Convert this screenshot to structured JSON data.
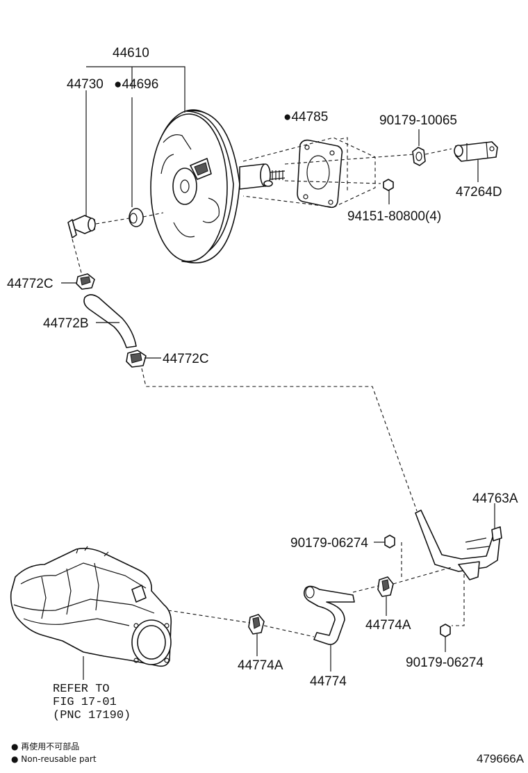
{
  "labels": {
    "p44610": "44610",
    "p44730": "44730",
    "p44696": "●44696",
    "p44785": "●44785",
    "p90179_10065": "90179-10065",
    "p47264D": "47264D",
    "p94151": "94151-80800(4)",
    "p44772C_top": "44772C",
    "p44772B": "44772B",
    "p44772C_bot": "44772C",
    "p44763A": "44763A",
    "p90179_06274_a": "90179-06274",
    "p44774A_right": "44774A",
    "p90179_06274_b": "90179-06274",
    "p44774A_left": "44774A",
    "p44774": "44774",
    "refer_line1": "REFER TO",
    "refer_line2": "FIG 17-01",
    "refer_line3": "(PNC 17190)"
  },
  "legend": {
    "line1": "● 再使用不可部品",
    "line2": "● Non-reusable part"
  },
  "figure_id": "479666A"
}
